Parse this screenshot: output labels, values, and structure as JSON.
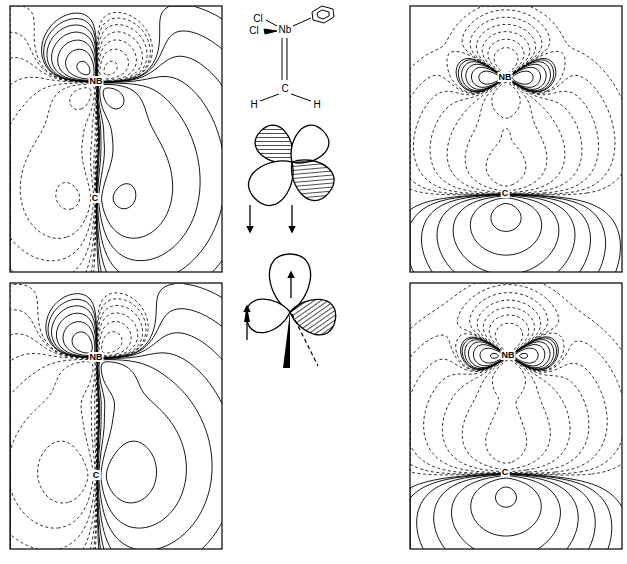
{
  "diagram": {
    "labels": [
      "NB",
      "C",
      "Cl",
      "Cl",
      "Nb",
      "C",
      "H",
      "H",
      "NB",
      "C",
      "NB",
      "C",
      "NB",
      "C"
    ]
  }
}
